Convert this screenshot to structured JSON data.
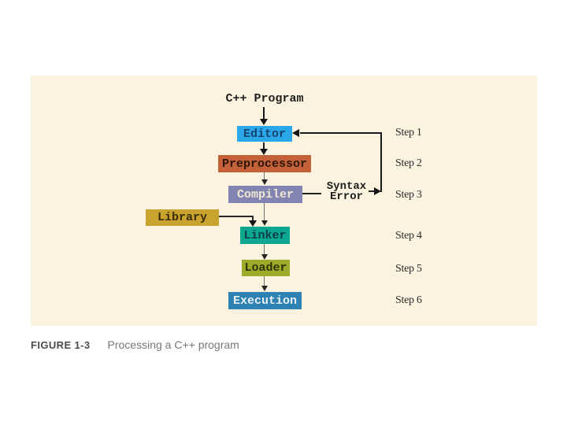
{
  "panel": {
    "background": "#fbf3df"
  },
  "diagram": {
    "source_label": "C++ Program",
    "nodes": [
      {
        "id": "editor",
        "label": "Editor",
        "bg": "#29a7e8",
        "fg": "#17416f"
      },
      {
        "id": "preprocessor",
        "label": "Preprocessor",
        "bg": "#c2613a",
        "fg": "#2f1506"
      },
      {
        "id": "compiler",
        "label": "Compiler",
        "bg": "#8285b1",
        "fg": "#f0e8d3"
      },
      {
        "id": "library",
        "label": "Library",
        "bg": "#c8a32d",
        "fg": "#3a2c08"
      },
      {
        "id": "linker",
        "label": "Linker",
        "bg": "#0ba78e",
        "fg": "#0d3c4a"
      },
      {
        "id": "loader",
        "label": "Loader",
        "bg": "#9dab2a",
        "fg": "#2f3306"
      },
      {
        "id": "execution",
        "label": "Execution",
        "bg": "#2e81b3",
        "fg": "#e9f1f3"
      }
    ],
    "error_label_line1": "Syntax",
    "error_label_line2": "Error",
    "steps": [
      "Step 1",
      "Step 2",
      "Step 3",
      "Step 4",
      "Step 5",
      "Step 6"
    ]
  },
  "caption": {
    "label": "FIGURE 1-3",
    "text": "Processing a C++ program"
  }
}
